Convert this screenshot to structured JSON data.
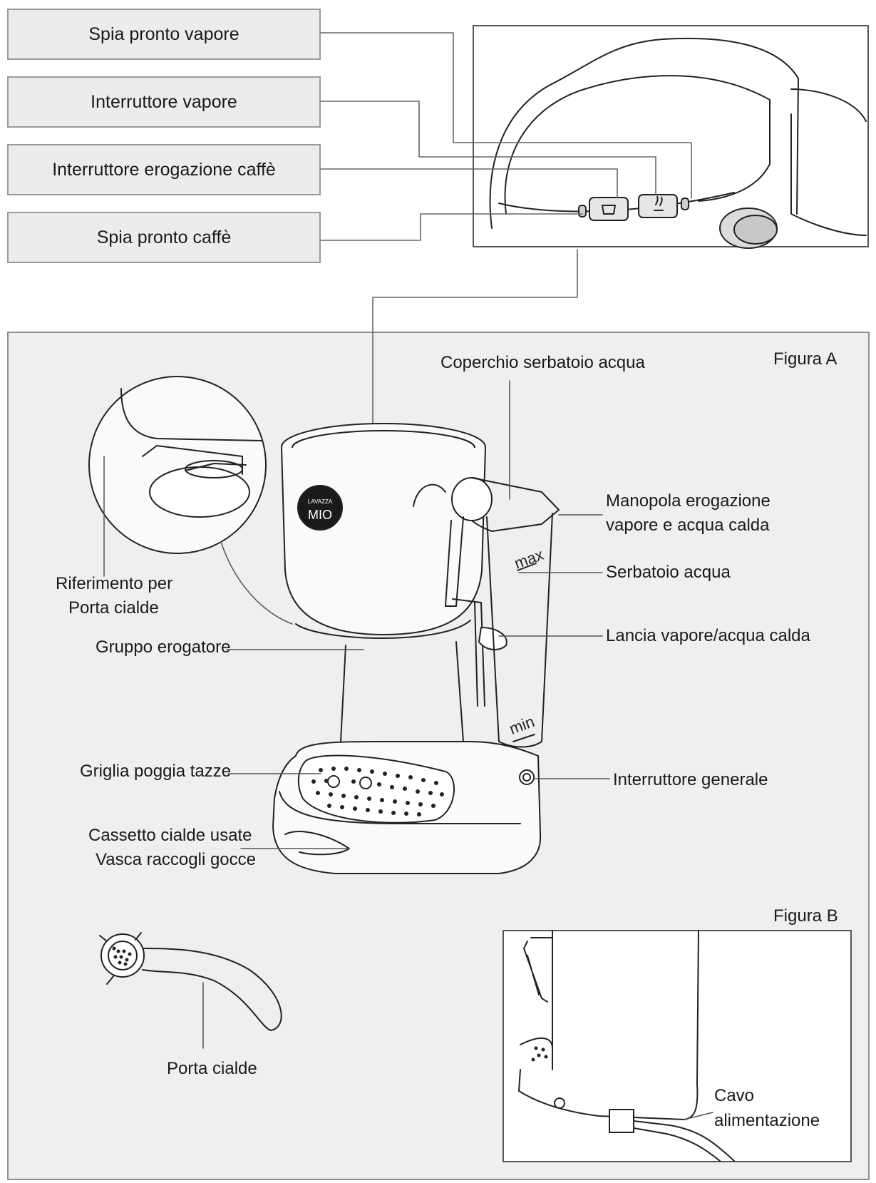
{
  "callouts": [
    "Spia pronto vapore",
    "Interruttore vapore",
    "Interruttore erogazione caffè",
    "Spia pronto caffè"
  ],
  "figure_a": {
    "title": "Figura A",
    "labels": {
      "lid": "Coperchio serbatoio acqua",
      "knob_line1": "Manopola erogazione",
      "knob_line2": "vapore e acqua calda",
      "tank": "Serbatoio acqua",
      "wand": "Lancia vapore/acqua calda",
      "ref_line1": "Riferimento per",
      "ref_line2": "Porta cialde",
      "group": "Gruppo erogatore",
      "grid": "Griglia poggia tazze",
      "drawer_line1": "Cassetto cialde usate",
      "drawer_line2": "Vasca raccogli gocce",
      "main_switch": "Interruttore generale",
      "holder": "Porta cialde"
    },
    "marks": {
      "max": "max",
      "min": "min"
    },
    "logo": {
      "brand": "LAVAZZA",
      "model": "MIO"
    }
  },
  "figure_b": {
    "title": "Figura B",
    "cable_line1": "Cavo",
    "cable_line2": "alimentazione"
  }
}
